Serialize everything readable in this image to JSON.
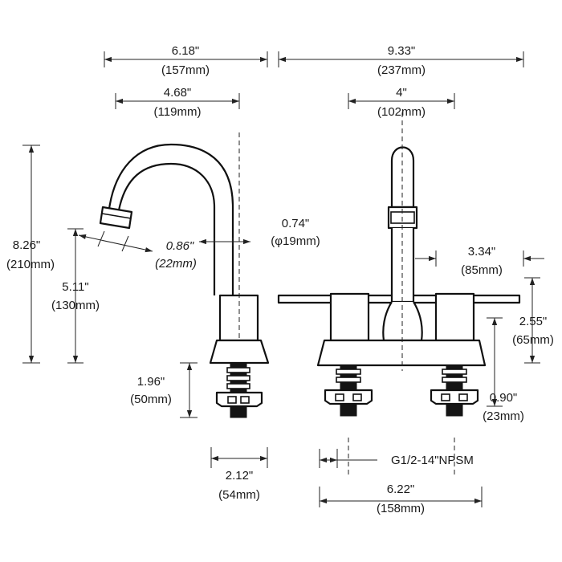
{
  "dimensions": {
    "spout_reach_total": {
      "inch": "6.18\"",
      "mm": "(157mm)"
    },
    "overall_width": {
      "inch": "9.33\"",
      "mm": "(237mm)"
    },
    "spout_reach": {
      "inch": "4.68\"",
      "mm": "(119mm)"
    },
    "center_spread": {
      "inch": "4\"",
      "mm": "(102mm)"
    },
    "total_height": {
      "inch": "8.26\"",
      "mm": "(210mm)"
    },
    "aerator_diameter": {
      "inch": "0.86\"",
      "mm": "(22mm)"
    },
    "spout_diameter": {
      "inch": "0.74\"",
      "mm": "(φ19mm)"
    },
    "spout_height": {
      "inch": "5.11\"",
      "mm": "(130mm)"
    },
    "handle_length": {
      "inch": "3.34\"",
      "mm": "(85mm)"
    },
    "handle_height": {
      "inch": "2.55\"",
      "mm": "(65mm)"
    },
    "shank_length": {
      "inch": "1.96\"",
      "mm": "(50mm)"
    },
    "nut_height": {
      "inch": "0.90\"",
      "mm": "(23mm)"
    },
    "base_width": {
      "inch": "2.12\"",
      "mm": "(54mm)"
    },
    "thread_spec": {
      "label": "G1/2-14\"NPSM"
    },
    "base_length": {
      "inch": "6.22\"",
      "mm": "(158mm)"
    }
  }
}
